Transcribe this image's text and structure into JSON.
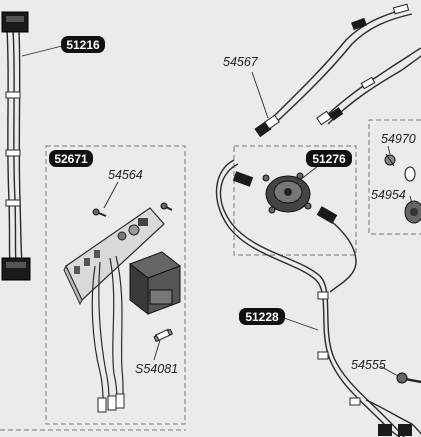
{
  "diagram": {
    "assembly_labels": [
      "51216",
      "52671",
      "51276",
      "51228"
    ],
    "part_labels": [
      "54567",
      "54564",
      "54970",
      "54954",
      "S54081",
      "54555"
    ]
  },
  "colors": {
    "background": "#ebebeb",
    "line": "#2a2a2a",
    "badge": "#111111",
    "badge_text": "#ffffff",
    "dashed_box": "#777777"
  }
}
